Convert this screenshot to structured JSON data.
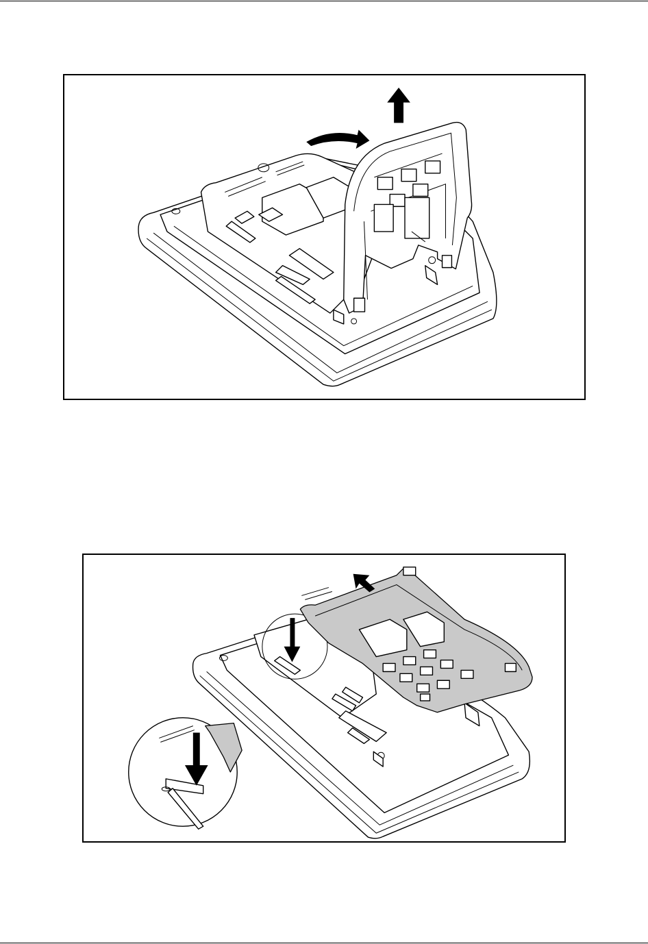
{
  "page": {
    "background": "#ffffff",
    "line_color": "#000000",
    "highlight_color": "#c9c9c9"
  },
  "figures": [
    {
      "id": "fig1",
      "icons": [
        "lift-arrow-icon",
        "tilt-arrow-icon"
      ]
    },
    {
      "id": "fig2",
      "icons": [
        "slide-arrow-icon",
        "press-down-arrow-icon",
        "magnifier-detail"
      ]
    }
  ]
}
